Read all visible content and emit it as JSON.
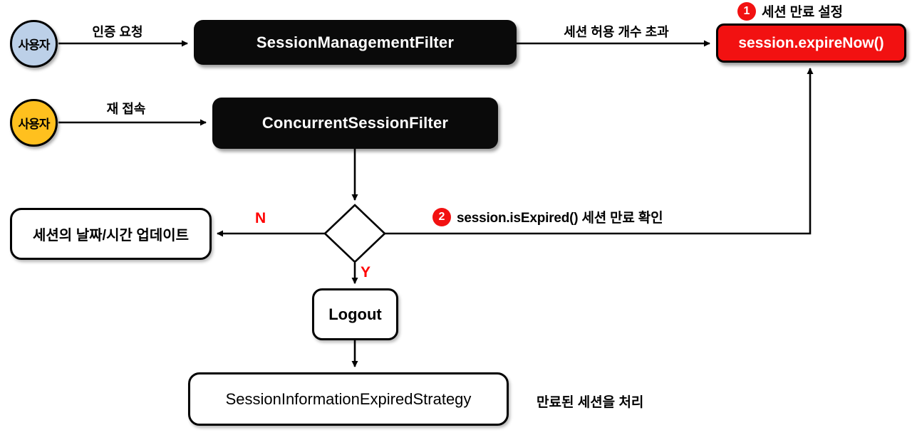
{
  "colors": {
    "actor_blue": "#bcd0e8",
    "actor_yellow": "#ffc01e",
    "node_black": "#0a0a0a",
    "accent_red": "#f21111",
    "branch_label_red": "#ff0000"
  },
  "actors": {
    "auth_user": "사용자",
    "reconnect_user": "사용자"
  },
  "nodes": {
    "session_management_filter": "SessionManagementFilter",
    "concurrent_session_filter": "ConcurrentSessionFilter",
    "session_expire_now": "session.expireNow()",
    "update_session_datetime": "세션의 날짜/시간 업데이트",
    "logout": "Logout",
    "session_information_expired_strategy": "SessionInformationExpiredStrategy"
  },
  "edges": {
    "auth_request": "인증 요청",
    "session_limit_exceeded": "세션 허용 개수 초과",
    "reconnect": "재 접속",
    "no": "N",
    "yes": "Y"
  },
  "annotations": {
    "step1": {
      "badge": "1",
      "text": "세션 만료 설정"
    },
    "step2": {
      "badge": "2",
      "text": "session.isExpired() 세션 만료 확인"
    },
    "strategy_note": "만료된 세션을 처리"
  }
}
